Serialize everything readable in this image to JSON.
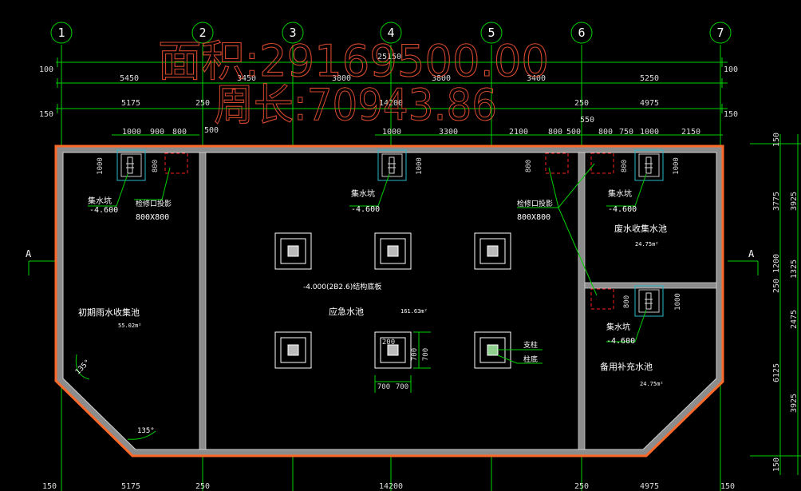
{
  "overlay": {
    "area_text": "面积:29169500.00",
    "perimeter_text": "周长:70943.86"
  },
  "axes": [
    "1",
    "2",
    "3",
    "4",
    "5",
    "6",
    "7"
  ],
  "dims": {
    "top_total": "25150",
    "edge_100": "100",
    "edge_150": "150",
    "row2": [
      "5450",
      "3450",
      "3800",
      "3800",
      "3400",
      "5250"
    ],
    "row3": [
      "5175",
      "250",
      "14200",
      "250",
      "4975"
    ],
    "local_left": [
      "1000",
      "900",
      "800"
    ],
    "local_500": "500",
    "local_550": "550",
    "local_mid": [
      "1000",
      "3300",
      "2100",
      "800",
      "500"
    ],
    "local_right": [
      "800",
      "750",
      "1000",
      "2150"
    ],
    "local_right2": [
      "800",
      "750",
      "1000",
      "2150"
    ],
    "right_side": [
      "150",
      "3775",
      "3925",
      "1200",
      "1325",
      "250",
      "2475",
      "6125",
      "3925",
      "150"
    ],
    "pit_1000": "1000",
    "pit_800": "800",
    "col_200": "200",
    "col_700": "700",
    "bottom_row": [
      "150",
      "5175",
      "250",
      "14200",
      "250",
      "4975",
      "150"
    ]
  },
  "section_marks": {
    "left": "A",
    "right": "A"
  },
  "angles": {
    "a1": "135°",
    "a2": "135°"
  },
  "labels": {
    "sump": "集水坑",
    "sump_level": "-4.600",
    "access": "检修口投影",
    "access_size": "800X800",
    "pool_left": "初期雨水收集池",
    "pool_left_area": "55.02m²",
    "pool_center": "应急水池",
    "pool_center_area": "161.63m²",
    "bottom_note": "-4.000(2B2.6)结构底板",
    "pool_tr": "废水收集水池",
    "pool_tr_area": "24.75m²",
    "pool_br": "备用补充水池",
    "pool_br_area": "24.75m²",
    "column": "支柱",
    "column_base": "柱底"
  },
  "colors": {
    "background": "#000000",
    "grid": "#00ff00",
    "dimension": "#dcdcdc",
    "wall_outline": "#ff6a2a",
    "wall_fill": "#9a9a9a",
    "overlay_text": "#d4482e",
    "pit": "#2ab8c8",
    "hatch_red": "#ff2020"
  }
}
